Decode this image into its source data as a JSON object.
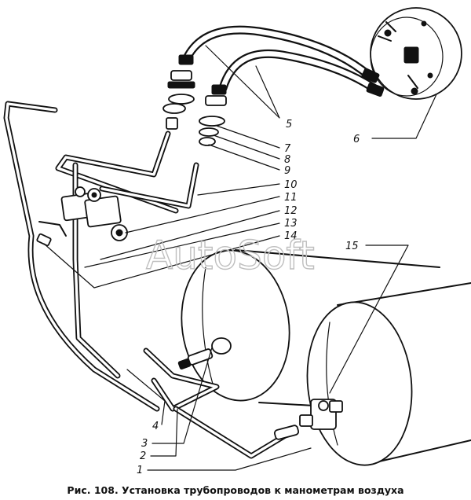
{
  "watermark": "AutoSoft",
  "caption": "Рис. 108. Установка трубопроводов к манометрам воздуха",
  "labels": [
    "1",
    "2",
    "3",
    "4",
    "5",
    "6",
    "7",
    "8",
    "9",
    "10",
    "11",
    "12",
    "13",
    "14",
    "15"
  ]
}
